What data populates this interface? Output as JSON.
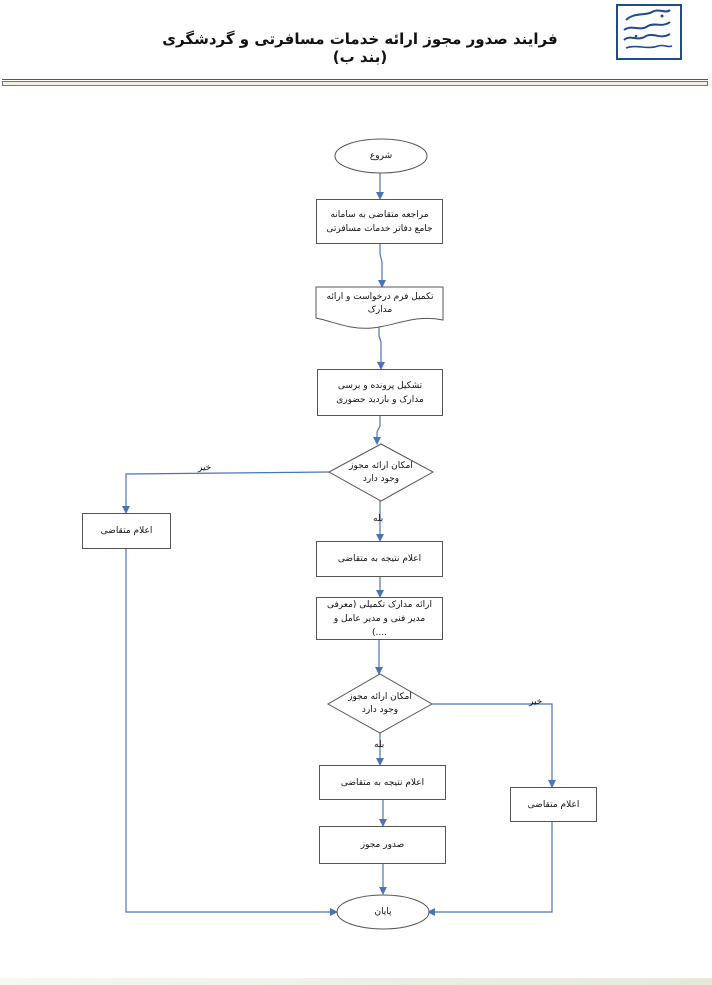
{
  "header": {
    "title": "فرایند صدور مجوز ارائه خدمات مسافرتی و گردشگری (بند ب)"
  },
  "flow": {
    "start": "شروع",
    "step1": "مراجعه متقاضی به سامانه جامع دفاتر خدمات مسافرتی",
    "step2": "تکمیل فرم  درخواست و ارائه مدارک",
    "step3": "تشکیل پرونده و برسی مدارک و بازدید حضوری",
    "decision1": "امکان ارائه مجوز وجود دارد",
    "no1_label": "خیر",
    "no1_box": "اعلام متقاضی",
    "yes1_label": "بله",
    "step4": "اعلام نتیجه به متقاضی",
    "step5": "ارائه مدارک تکمیلی (معرفی مدیر فنی و مدیر عامل و ....)",
    "decision2": "امکان ارائه مجوز وجود دارد",
    "no2_label": "خیر",
    "no2_box": "اعلام متقاضی",
    "yes2_label": "بله",
    "step6": "اعلام نتیجه به متقاضی",
    "step7": "صدور مجوز",
    "end": "پایان"
  },
  "colors": {
    "connector": "#4a74b8",
    "shape_border": "#555555",
    "logo": "#1f4b8e"
  }
}
